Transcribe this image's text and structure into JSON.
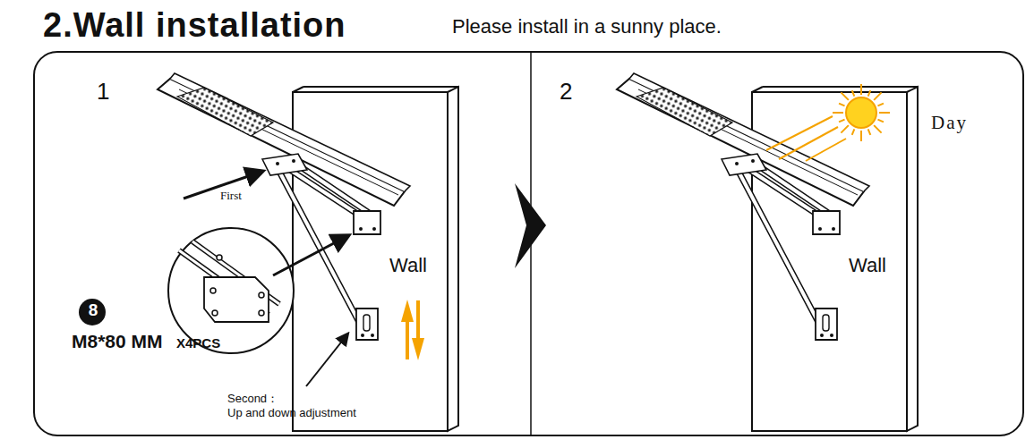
{
  "diagram": {
    "title": "2.Wall installation",
    "nodes": [
      {
        "text": [
          "1"
        ]
      },
      {
        "text": [
          "Wall"
        ],
        "in": 0
      },
      {
        "text": [
          "2"
        ]
      },
      {
        "text": [
          "Wall"
        ],
        "in": 2
      }
    ],
    "labels": [
      "Please install in a sunny place.",
      "First",
      "8",
      "M8*80 MM",
      "X4PCS",
      "Second：",
      "Up and down adjustment",
      "Day"
    ]
  }
}
